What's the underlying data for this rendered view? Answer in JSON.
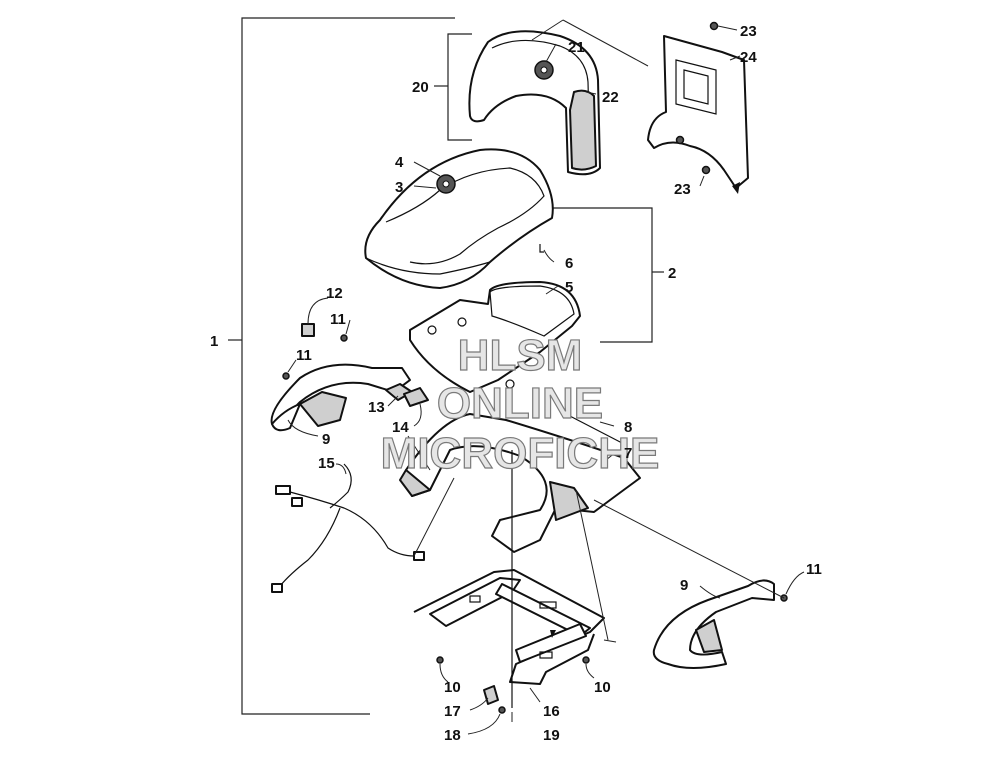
{
  "callouts": {
    "c1": "1",
    "c2": "2",
    "c3": "3",
    "c4": "4",
    "c5": "5",
    "c6": "6",
    "c7": "7",
    "c8": "8",
    "c9a": "9",
    "c9b": "9",
    "c10a": "10",
    "c10b": "10",
    "c11a": "11",
    "c11b": "11",
    "c11c": "11",
    "c12": "12",
    "c13": "13",
    "c14": "14",
    "c15": "15",
    "c16": "16",
    "c17": "17",
    "c18": "18",
    "c19": "19",
    "c20": "20",
    "c21": "21",
    "c22": "22",
    "c23a": "23",
    "c23b": "23",
    "c24": "24"
  },
  "watermark": {
    "line1": "HLSM",
    "line2": "ONLINE",
    "line3": "MICROFICHE"
  }
}
